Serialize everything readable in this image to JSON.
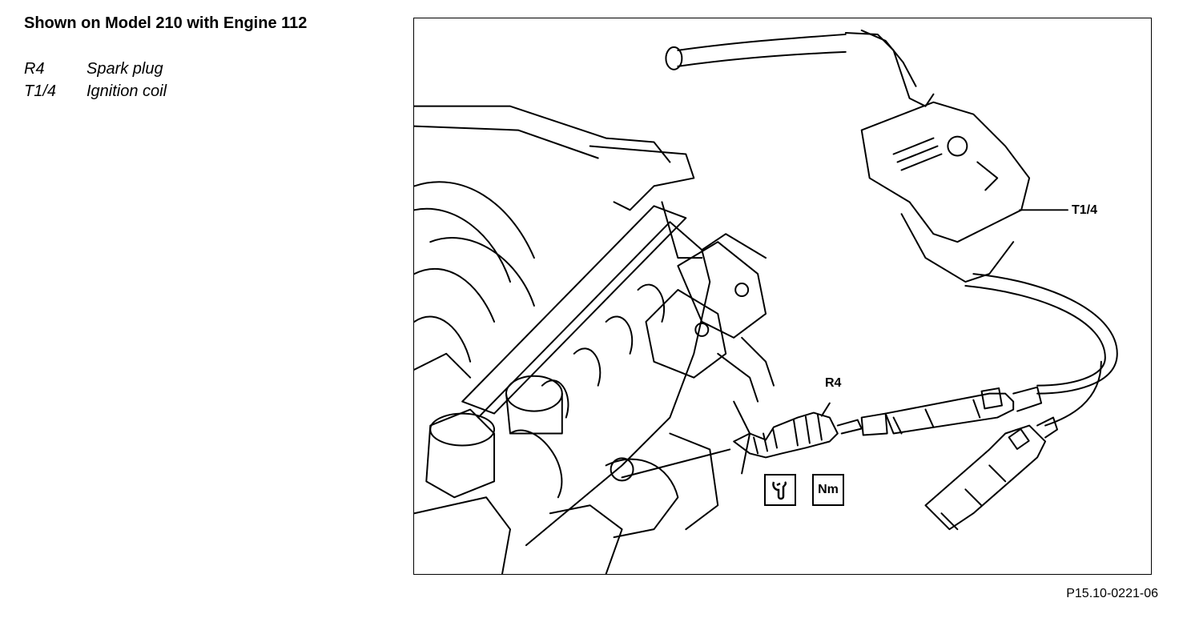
{
  "title": "Shown on Model 210 with Engine 112",
  "legend": [
    {
      "code": "R4",
      "label": "Spark plug"
    },
    {
      "code": "T1/4",
      "label": "Ignition coil"
    }
  ],
  "callouts": {
    "spark_plug": "R4",
    "ignition_coil": "T1/4"
  },
  "icons": {
    "special_tool": "special-tool-icon",
    "torque": "Nm"
  },
  "reference": "P15.10-0221-06"
}
